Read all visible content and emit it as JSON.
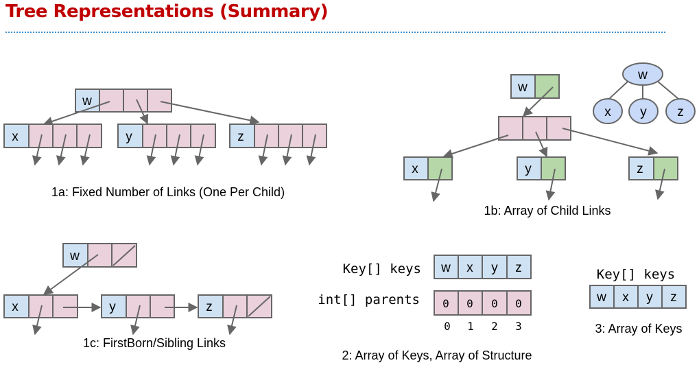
{
  "title": "Tree Representations (Summary)",
  "colors": {
    "title": "#c00000",
    "key_cell": "#cfe2f3",
    "link_cell": "#ead1dc",
    "child_link_cell": "#b6d7a8",
    "tree_node": "#c9daf8",
    "stroke": "#666666",
    "divider": "#3d8fcf"
  },
  "section_1a": {
    "caption": "1a: Fixed Number of Links (One Per Child)",
    "root": {
      "key": "w",
      "links": 3
    },
    "children": [
      {
        "key": "x",
        "links": 3
      },
      {
        "key": "y",
        "links": 3
      },
      {
        "key": "z",
        "links": 3
      }
    ]
  },
  "section_1b": {
    "caption": "1b: Array of Child Links",
    "root": {
      "key": "w"
    },
    "child_array_size": 3,
    "children": [
      {
        "key": "x"
      },
      {
        "key": "y"
      },
      {
        "key": "z"
      }
    ],
    "tree": {
      "root": "w",
      "children": [
        "x",
        "y",
        "z"
      ]
    }
  },
  "section_1c": {
    "caption": "1c: FirstBorn/Sibling Links",
    "nodes": [
      {
        "key": "w",
        "first_born": "x",
        "sibling": null
      },
      {
        "key": "x",
        "first_born": "child",
        "sibling": "y"
      },
      {
        "key": "y",
        "first_born": "child",
        "sibling": "z"
      },
      {
        "key": "z",
        "first_born": "child",
        "sibling": null
      }
    ]
  },
  "section_2": {
    "caption": "2: Array of Keys, Array of Structure",
    "keys_label": "Key[] keys",
    "parents_label": "int[] parents",
    "keys": [
      "w",
      "x",
      "y",
      "z"
    ],
    "parents": [
      "0",
      "0",
      "0",
      "0"
    ],
    "indices": [
      "0",
      "1",
      "2",
      "3"
    ]
  },
  "section_3": {
    "caption": "3: Array of Keys",
    "keys_label": "Key[] keys",
    "keys": [
      "w",
      "x",
      "y",
      "z"
    ]
  }
}
